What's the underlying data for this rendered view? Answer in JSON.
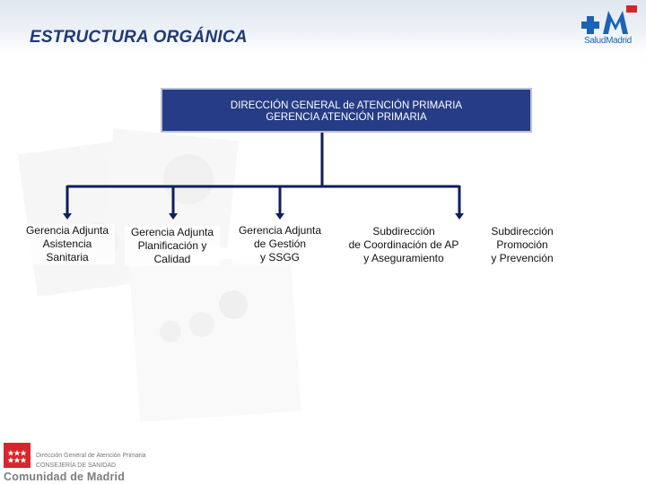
{
  "header": {
    "title": "ESTRUCTURA ORGÁNICA",
    "logo_text": "SaludMadrid"
  },
  "org_chart": {
    "root": {
      "line1": "DIRECCIÓN GENERAL de ATENCIÓN PRIMARIA",
      "line2": "GERENCIA ATENCIÓN PRIMARIA"
    },
    "children": [
      {
        "line1": "Gerencia Adjunta",
        "line2": "Asistencia",
        "line3": "Sanitaria"
      },
      {
        "line1": "Gerencia Adjunta",
        "line2": "Planificación y",
        "line3": "Calidad"
      },
      {
        "line1": "Gerencia Adjunta",
        "line2": "de Gestión",
        "line3": "y SSGG"
      },
      {
        "line1": "Subdirección",
        "line2": "de Coordinación de AP",
        "line3": "y Aseguramiento"
      },
      {
        "line1": "Subdirección",
        "line2": "Promoción",
        "line3": "y Prevención"
      }
    ]
  },
  "footer": {
    "line1": "Dirección General de Atención Primaria",
    "line2": "CONSEJERÍA DE SANIDAD",
    "line3": "Comunidad de Madrid"
  },
  "colors": {
    "title": "#203a78",
    "root_box": "#263c86",
    "connector": "#0d1f5c",
    "brand_blue": "#1a63b5",
    "madrid_red": "#d7262b"
  }
}
